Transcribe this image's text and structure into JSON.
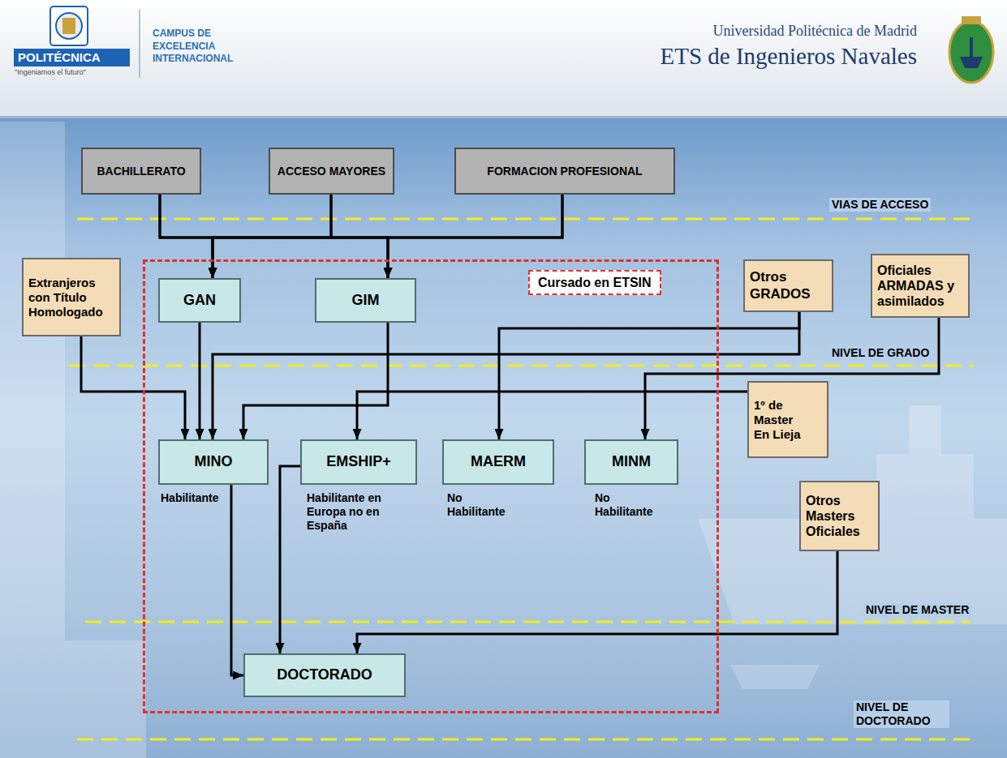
{
  "diagram": {
    "nodes": [
      {
        "text": [
          "BACHILLERATO"
        ]
      },
      {
        "text": [
          "ACCESO MAYORES"
        ]
      },
      {
        "text": [
          "FORMACION PROFESIONAL"
        ]
      },
      {
        "text": [
          "Extranjeros con Título Homologado"
        ]
      },
      {
        "text": [
          "Cursado en ETSIN"
        ]
      },
      {
        "text": [
          "GAN"
        ],
        "in": 4
      },
      {
        "text": [
          "GIM"
        ],
        "in": 4
      },
      {
        "text": [
          "Otros GRADOS"
        ]
      },
      {
        "text": [
          "Oficiales ARMADAS y asimilados"
        ]
      },
      {
        "text": [
          "1º de Master En Lieja"
        ]
      },
      {
        "text": [
          "MINO"
        ],
        "in": 4
      },
      {
        "text": [
          "EMSHIP+"
        ],
        "in": 4
      },
      {
        "text": [
          "MAERM"
        ],
        "in": 4
      },
      {
        "text": [
          "MINM"
        ],
        "in": 4
      },
      {
        "text": [
          "Otros Masters Oficiales"
        ]
      },
      {
        "text": [
          "DOCTORADO"
        ],
        "in": 4
      }
    ],
    "edges": [
      {
        "from": 0,
        "to": 5,
        "arrow": "to"
      },
      {
        "from": 0,
        "to": 6,
        "arrow": "to"
      },
      {
        "from": 1,
        "to": 5,
        "arrow": "to"
      },
      {
        "from": 1,
        "to": 6,
        "arrow": "to"
      },
      {
        "from": 2,
        "to": 5,
        "arrow": "to"
      },
      {
        "from": 2,
        "to": 6,
        "arrow": "to"
      },
      {
        "from": 3,
        "to": 10,
        "arrow": "to"
      },
      {
        "from": 5,
        "to": 10,
        "arrow": "to"
      },
      {
        "from": 6,
        "to": 10,
        "arrow": "to"
      },
      {
        "from": 7,
        "to": 10,
        "arrow": "to"
      },
      {
        "from": 7,
        "to": 12,
        "arrow": "to"
      },
      {
        "from": 8,
        "to": 13,
        "arrow": "to"
      },
      {
        "from": 9,
        "to": 11,
        "arrow": "to"
      },
      {
        "from": 10,
        "to": 15,
        "arrow": "to"
      },
      {
        "from": 11,
        "to": 15,
        "arrow": "to"
      },
      {
        "from": 14,
        "to": 15,
        "arrow": "to"
      }
    ],
    "labels": [
      "POLITÉCNICA",
      "\"Ingeniamos el futuro\"",
      "CAMPUS DE EXCELENCIA INTERNACIONAL",
      "Universidad Politécnica de Madrid",
      "ETS de Ingenieros Navales",
      "VIAS DE ACCESO",
      "NIVEL DE GRADO",
      "Habilitante",
      "Habilitante en Europa no en España",
      "No Habilitante",
      "No Habilitante",
      "NIVEL DE MASTER",
      "NIVEL DE DOCTORADO"
    ]
  }
}
